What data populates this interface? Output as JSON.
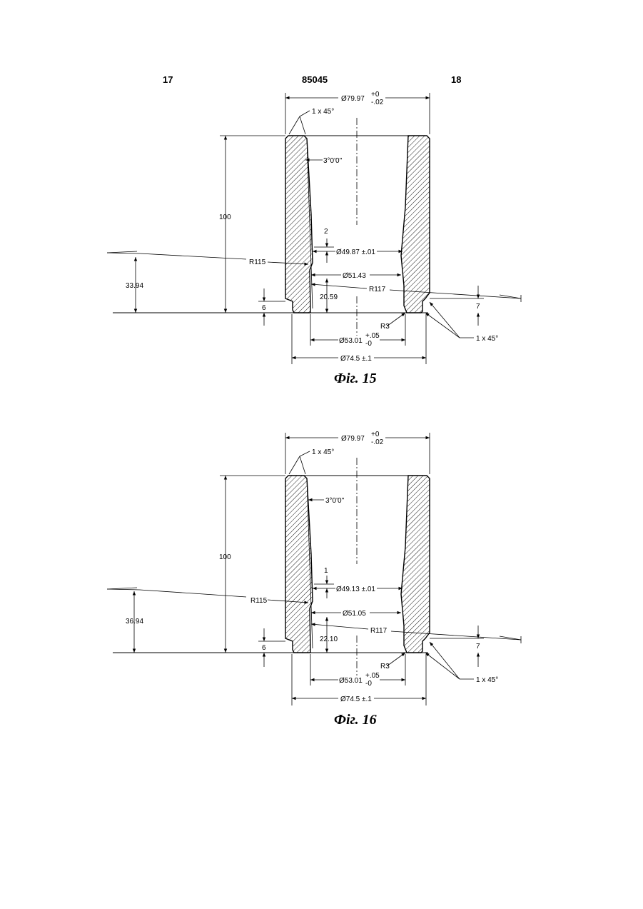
{
  "header": {
    "page_left": "17",
    "patent_number": "85045",
    "page_right": "18"
  },
  "fig15": {
    "caption": "Фіг. 15",
    "dia_top": "Ø79.97",
    "dia_top_tol_upper": "+0",
    "dia_top_tol_lower": "-.02",
    "chamfer_top": "1 x 45°",
    "taper_angle": "3°0'0\"",
    "height": "100",
    "dim_small": "2",
    "dia_narrow": "Ø49.87 ±.01",
    "radius_left": "R115",
    "dia_mid": "Ø51.43",
    "radius_right": "R117",
    "height_left": "33.94",
    "height_center": "20.59",
    "step_left": "6",
    "step_right": "7",
    "fillet": "R3",
    "chamfer_bottom": "1 x 45°",
    "dia_bore": "Ø53.01",
    "dia_bore_tol_upper": "+.05",
    "dia_bore_tol_lower": "-0",
    "dia_base": "Ø74.5 ±.1"
  },
  "fig16": {
    "caption": "Фіг. 16",
    "dia_top": "Ø79.97",
    "dia_top_tol_upper": "+0",
    "dia_top_tol_lower": "-.02",
    "chamfer_top": "1 x 45°",
    "taper_angle": "3°0'0\"",
    "height": "100",
    "dim_small": "1",
    "dia_narrow": "Ø49.13 ±.01",
    "radius_left": "R115",
    "dia_mid": "Ø51.05",
    "radius_right": "R117",
    "height_left": "36.94",
    "height_center": "22.10",
    "step_left": "6",
    "step_right": "7",
    "fillet": "R3",
    "chamfer_bottom": "1 x 45°",
    "dia_bore": "Ø53.01",
    "dia_bore_tol_upper": "+.05",
    "dia_bore_tol_lower": "-0",
    "dia_base": "Ø74.5 ±.1"
  }
}
